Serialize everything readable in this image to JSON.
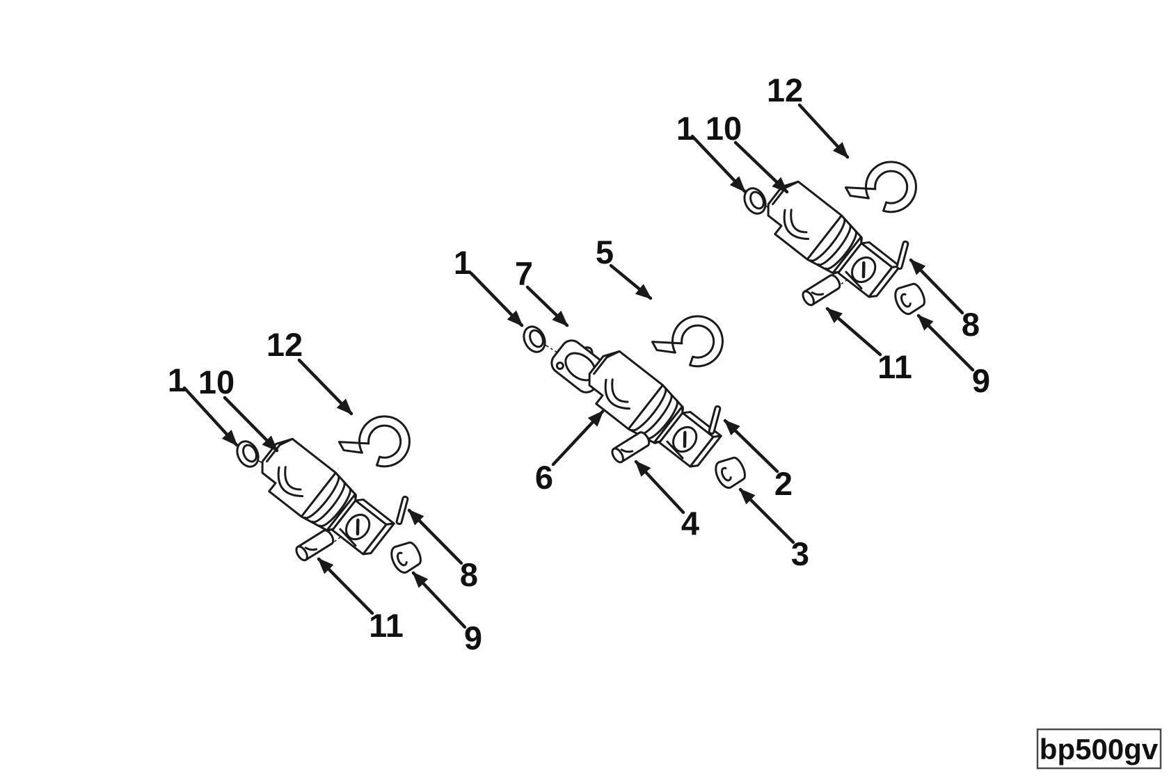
{
  "figure": {
    "code_label": "bp500gv",
    "background_color": "#ffffff",
    "ink_color": "#1a1a1a"
  },
  "assemblies": [
    {
      "id": "lower-left",
      "callouts": [
        {
          "part": "cap",
          "label": "1"
        },
        {
          "part": "lock-cylinder",
          "label": "10"
        },
        {
          "part": "retaining-clip",
          "label": "12"
        },
        {
          "part": "retainer-pin",
          "label": "8"
        },
        {
          "part": "roll-pin",
          "label": "11"
        },
        {
          "part": "bushing",
          "label": "9"
        }
      ]
    },
    {
      "id": "center",
      "callouts": [
        {
          "part": "cap",
          "label": "1"
        },
        {
          "part": "face-plate",
          "label": "7"
        },
        {
          "part": "retaining-clip",
          "label": "5"
        },
        {
          "part": "lock-cylinder",
          "label": "6"
        },
        {
          "part": "roll-pin",
          "label": "4"
        },
        {
          "part": "retainer-pin",
          "label": "2"
        },
        {
          "part": "bushing",
          "label": "3"
        }
      ]
    },
    {
      "id": "upper-right",
      "callouts": [
        {
          "part": "cap",
          "label": "1"
        },
        {
          "part": "lock-cylinder",
          "label": "10"
        },
        {
          "part": "retaining-clip",
          "label": "12"
        },
        {
          "part": "retainer-pin",
          "label": "8"
        },
        {
          "part": "roll-pin",
          "label": "11"
        },
        {
          "part": "bushing",
          "label": "9"
        }
      ]
    }
  ]
}
